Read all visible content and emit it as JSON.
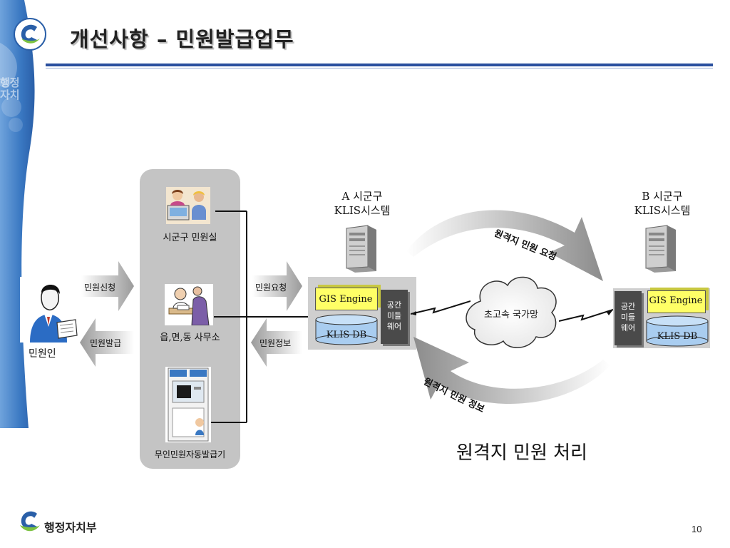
{
  "slide": {
    "title": "개선사항 – 민원발급업무",
    "page_number": "10"
  },
  "brand": {
    "side_text": "행정자치",
    "footer_name": "행정자치부"
  },
  "people": {
    "citizen_label": "민원인"
  },
  "flow_left": {
    "request_label": "민원신청",
    "issue_label": "민원발급"
  },
  "offices": {
    "city_label": "시군구 민원실",
    "town_label": "읍,면,동 사무소",
    "kiosk_label": "무인민원자동발급기"
  },
  "flow_mid": {
    "request_label": "민원요청",
    "info_label": "민원정보"
  },
  "system_a": {
    "title_line1": "A 시군구",
    "title_line2": "KLIS시스템",
    "gis": "GIS Engine",
    "db": "KLIS DB",
    "middleware": [
      "공간",
      "미들",
      "웨어"
    ]
  },
  "system_b": {
    "title_line1": "B 시군구",
    "title_line2": "KLIS시스템",
    "gis": "GIS Engine",
    "db": "KLIS DB",
    "middleware": [
      "공간",
      "미들",
      "웨어"
    ]
  },
  "network": {
    "cloud_label": "초고속 국가망",
    "remote_request": "원격지 민원 요청",
    "remote_info": "원격지 민원 정보"
  },
  "caption": "원격지 민원 처리",
  "colors": {
    "accent_blue": "#2a4f9e",
    "side_blue": "#3a78c2",
    "gis_yellow": "#ffff66",
    "db_blue": "#a9cdf0",
    "panel_gray": "#c4c4c4"
  }
}
